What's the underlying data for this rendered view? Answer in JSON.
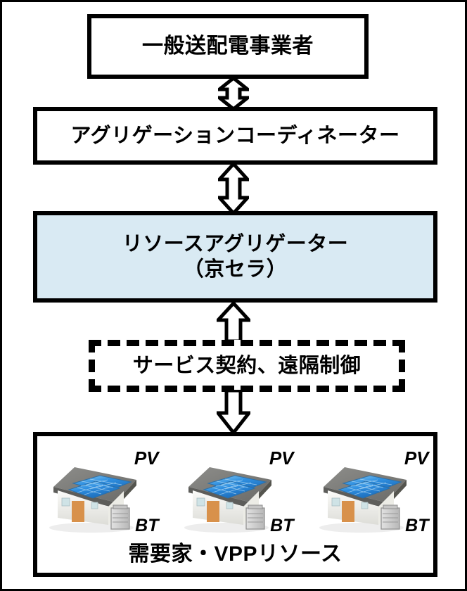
{
  "diagram": {
    "title_hidden": "",
    "nodes": {
      "utility": {
        "label": "一般送配電事業者",
        "fill": "#ffffff"
      },
      "coordinator": {
        "label": "アグリゲーションコーディネーター",
        "fill": "#ffffff"
      },
      "aggregator": {
        "label_line1": "リソースアグリゲーター",
        "label_line2": "（京セラ）",
        "fill": "#d9eaf3"
      },
      "contract": {
        "label": "サービス契約、遠隔制御",
        "fill": "#ffffff",
        "border_style": "dashed"
      },
      "consumers": {
        "label": "需要家・VPPリソース",
        "fill": "#ffffff"
      }
    },
    "houses": [
      {
        "pv_label": "PV",
        "bt_label": "BT"
      },
      {
        "pv_label": "PV",
        "bt_label": "BT"
      },
      {
        "pv_label": "PV",
        "bt_label": "BT"
      }
    ],
    "arrows": {
      "utility_coordinator": {
        "direction": "up-down",
        "name": "double-arrow"
      },
      "coordinator_aggregator": {
        "direction": "up-down",
        "name": "double-arrow"
      },
      "contract_aggregator": {
        "direction": "up",
        "name": "up-arrow"
      },
      "consumers_contract": {
        "direction": "down",
        "name": "down-arrow"
      }
    },
    "colors": {
      "outline": "#000000",
      "highlight_fill": "#d9eaf3",
      "roof": "#7a7a78",
      "panel": "#2f8fe0",
      "wall": "#f2f1ee",
      "door": "#d8914b",
      "battery": "#cfcfcf"
    }
  }
}
